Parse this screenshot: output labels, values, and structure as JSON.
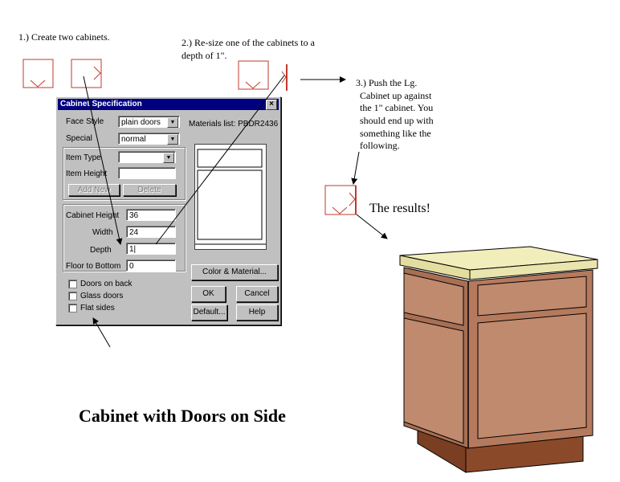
{
  "steps": {
    "step1": "1.)  Create two cabinets.",
    "step2_line1": "2.)  Re-size one of the cabinets to a",
    "step2_line2": "depth of 1\".",
    "step3_line1": "3.)  Push the Lg.",
    "step3_line2": "Cabinet up against",
    "step3_line3": "the 1\" cabinet.  You",
    "step3_line4": "should end up with",
    "step3_line5": "something like the",
    "step3_line6": "following."
  },
  "results_label": "The results!",
  "main_title": "Cabinet with Doors on Side",
  "dialog": {
    "title": "Cabinet Specification",
    "close_glyph": "×",
    "face_style_label": "Face Style",
    "face_style_value": "plain doors",
    "special_label": "Special",
    "special_value": "normal",
    "materials_list": "Materials list: PBDR2436",
    "item_type_label": "Item Type",
    "item_type_value": "",
    "item_height_label": "Item Height",
    "item_height_value": "",
    "add_new_label": "Add New",
    "delete_label": "Delete",
    "cabinet_height_label": "Cabinet Height",
    "cabinet_height_value": "36",
    "width_label": "Width",
    "width_value": "24",
    "depth_label": "Depth",
    "depth_value": "1|",
    "floor_to_bottom_label": "Floor to Bottom",
    "floor_to_bottom_value": "0",
    "doors_on_back_label": "Doors on back",
    "glass_doors_label": "Glass doors",
    "flat_sides_label": "Flat sides",
    "color_material_label": "Color & Material...",
    "ok_label": "OK",
    "cancel_label": "Cancel",
    "default_label": "Default...",
    "help_label": "Help"
  },
  "colors": {
    "dialog_bg": "#c0c0c0",
    "titlebar": "#000080",
    "cabinet_outline": "#c0392b",
    "cabinet_body": "#b57a5e",
    "cabinet_top": "#f2eebc",
    "cabinet_base": "#7a3e22"
  }
}
